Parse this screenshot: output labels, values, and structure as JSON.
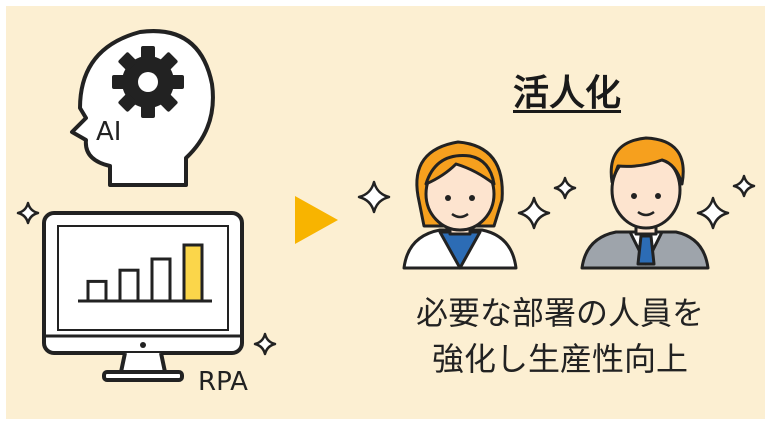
{
  "left": {
    "ai_label": "AI",
    "rpa_label": "RPA",
    "bar_chart": {
      "values": [
        0.35,
        0.55,
        0.75,
        1.0
      ],
      "highlight_index": 3
    }
  },
  "right": {
    "title": "活人化",
    "caption_line1": "必要な部署の人員を",
    "caption_line2": "強化し生産性向上"
  },
  "colors": {
    "background": "#fcefd2",
    "accent_yellow": "#fbd64a",
    "arrow": "#f8b400",
    "outline": "#222222"
  },
  "icons": [
    "head-gear-icon",
    "monitor-chart-icon",
    "right-arrow-icon",
    "sparkle-icon",
    "woman-avatar-icon",
    "man-avatar-icon"
  ]
}
